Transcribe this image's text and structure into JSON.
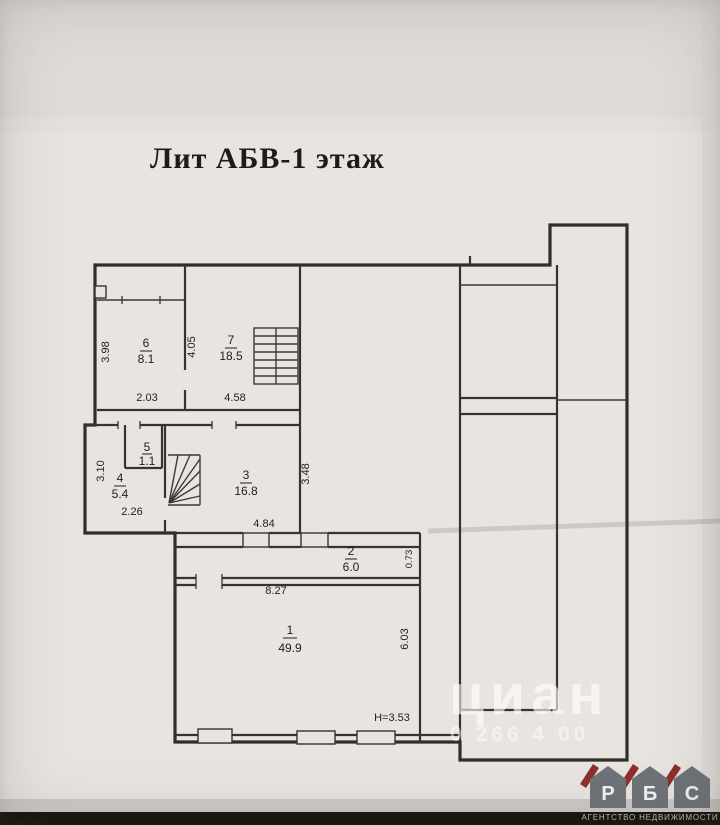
{
  "title": "Лит АБВ-1 этаж",
  "rooms": {
    "r1": {
      "number": "1",
      "area": "49.9"
    },
    "r2": {
      "number": "2",
      "area": "6.0"
    },
    "r3": {
      "number": "3",
      "area": "16.8"
    },
    "r4": {
      "number": "4",
      "area": "5.4"
    },
    "r5": {
      "number": "5",
      "area": "1.1"
    },
    "r6": {
      "number": "6",
      "area": "8.1"
    },
    "r7": {
      "number": "7",
      "area": "18.5"
    }
  },
  "dims": {
    "d3_98": "3.98",
    "d4_05": "4.05",
    "d2_03": "2.03",
    "d4_58": "4.58",
    "d3_10": "3.10",
    "d2_26": "2.26",
    "d3_48": "3.48",
    "d4_84": "4.84",
    "d0_73": "0.73",
    "d8_27": "8.27",
    "d6_03": "6.03",
    "height": "Н=3.53"
  },
  "watermark": {
    "brand": "циан",
    "phone_fragment": "0 266 4 00"
  },
  "logo": {
    "letters": [
      "Р",
      "Б",
      "С"
    ],
    "subtitle": "АГЕНТСТВО НЕДВИЖИМОСТИ"
  },
  "colors": {
    "paper": "#e8e5e1",
    "ink": "#36342f",
    "logo_gray": "#6f747a",
    "logo_red": "#8e2f2b"
  }
}
